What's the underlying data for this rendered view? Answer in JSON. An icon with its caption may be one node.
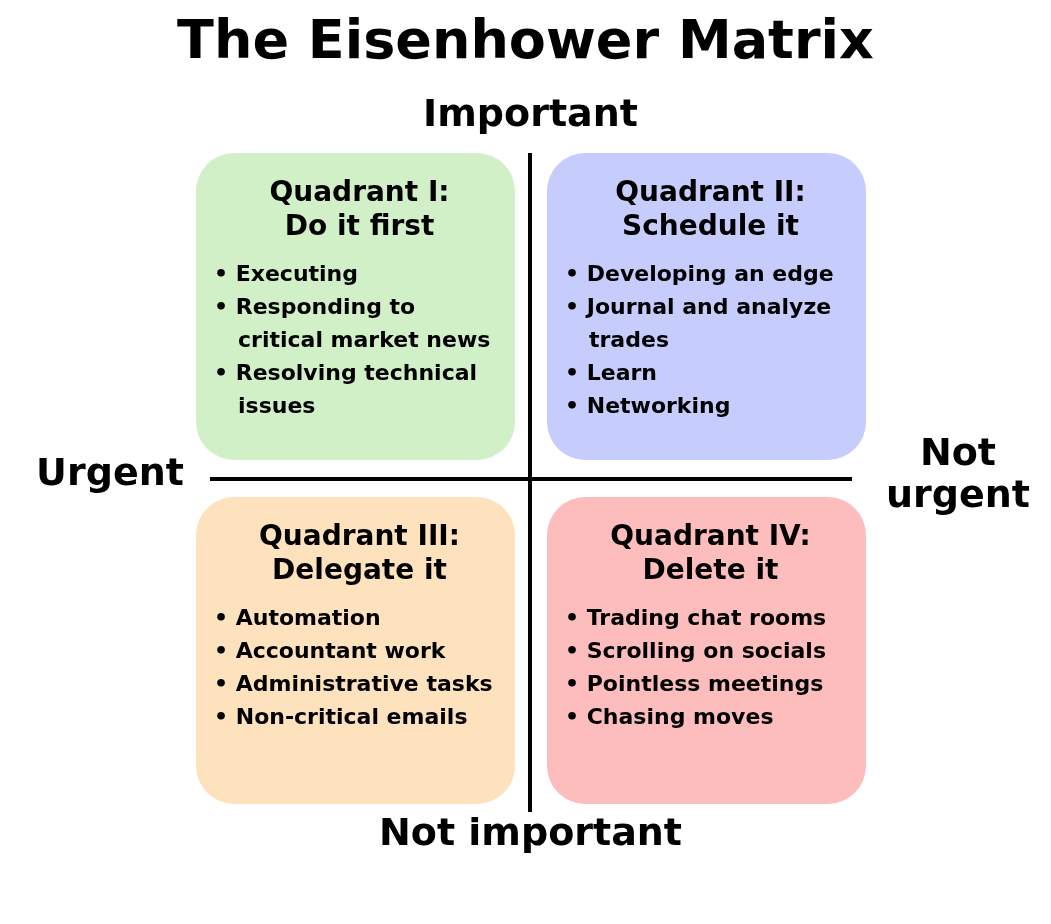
{
  "diagram": {
    "title": "The Eisenhower Matrix",
    "nodes": [
      {
        "text": [
          "Quadrant I: Do it first",
          "• Executing",
          "• Responding to critical market news",
          "• Resolving technical issues"
        ]
      },
      {
        "text": [
          "Quadrant II: Schedule it",
          "• Developing an edge",
          "• Journal and analyze trades",
          "• Learn",
          "• Networking"
        ]
      },
      {
        "text": [
          "Quadrant III: Delegate it",
          "• Automation",
          "• Accountant work",
          "• Administrative tasks",
          "• Non-critical emails"
        ]
      },
      {
        "text": [
          "Quadrant IV: Delete it",
          "• Trading chat rooms",
          "• Scrolling on socials",
          "• Pointless meetings",
          "• Chasing moves"
        ]
      }
    ],
    "labels": [
      "Important",
      "Urgent",
      "Not urgent",
      "Not important"
    ]
  }
}
